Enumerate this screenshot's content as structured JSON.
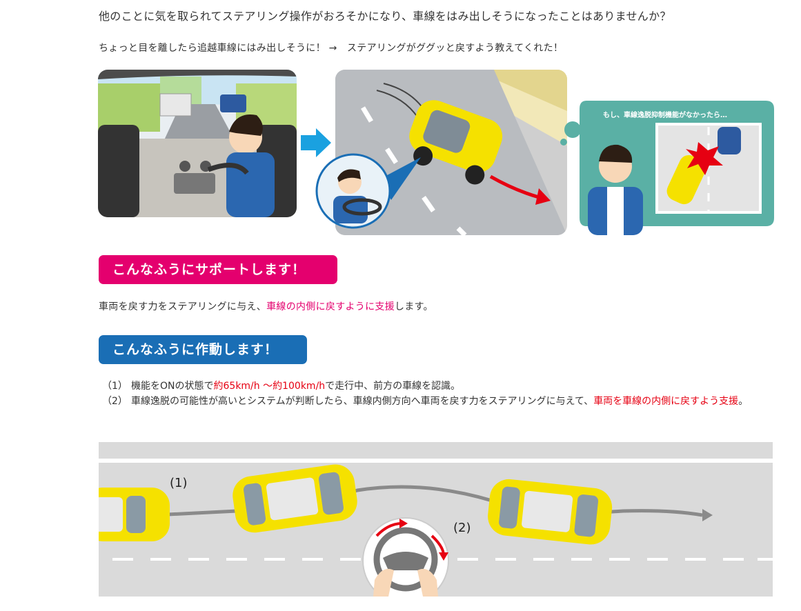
{
  "intro": "他のことに気を取られてステアリング操作がおろそかになり、車線をはみ出しそうになったことはありませんか？",
  "example": "ちょっと目を離したら追越車線にはみ出しそうに！ →　ステアリングがググッと戻すよう教えてくれた！",
  "illustration": {
    "thought_bubble_text": "もし、車線逸脱抑制機能がなかったら…"
  },
  "support": {
    "heading": "こんなふうにサポートします！",
    "text_prefix": "車両を戻す力をステアリングに与え、",
    "text_highlight": "車線の内側に戻すように支援",
    "text_suffix": "します。"
  },
  "operate": {
    "heading": "こんなふうに作動します！",
    "steps": [
      {
        "num": "（1）",
        "prefix": "機能をONの状態で",
        "highlight": "約65km/h ～約100km/h",
        "suffix": "で走行中、前方の車線を認識。"
      },
      {
        "num": "（2）",
        "prefix": "車線逸脱の可能性が高いとシステムが判断したら、車線内側方向へ車両を戻す力をステアリングに与えて、",
        "highlight": "車両を車線の内側に戻すよう支援",
        "suffix": "。"
      }
    ]
  },
  "diagram": {
    "label_1": "(1)",
    "label_2": "(2)"
  },
  "colors": {
    "support_accent": "#e4006e",
    "operate_accent": "#1a6eb5",
    "warning_red": "#e60012",
    "car_yellow": "#f5e100",
    "road_gray": "#dadada"
  }
}
